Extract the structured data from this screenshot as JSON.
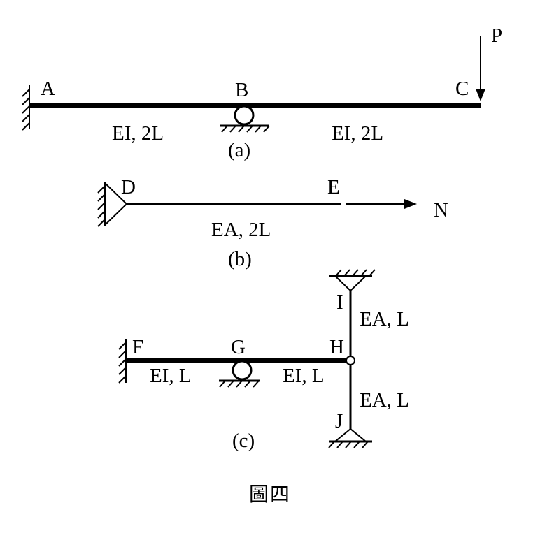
{
  "diagram_a": {
    "labels": {
      "a": "A",
      "b": "B",
      "c": "C",
      "p": "P"
    },
    "segment_left": "EI, 2L",
    "segment_right": "EI, 2L",
    "caption": "(a)"
  },
  "diagram_b": {
    "labels": {
      "d": "D",
      "e": "E",
      "n": "N"
    },
    "segment": "EA, 2L",
    "caption": "(b)"
  },
  "diagram_c": {
    "labels": {
      "f": "F",
      "g": "G",
      "h": "H",
      "i": "I",
      "j": "J"
    },
    "beam_left": "EI, L",
    "beam_right": "EI, L",
    "bar_upper": "EA, L",
    "bar_lower": "EA, L",
    "caption": "(c)"
  },
  "figure_title": "圖四"
}
